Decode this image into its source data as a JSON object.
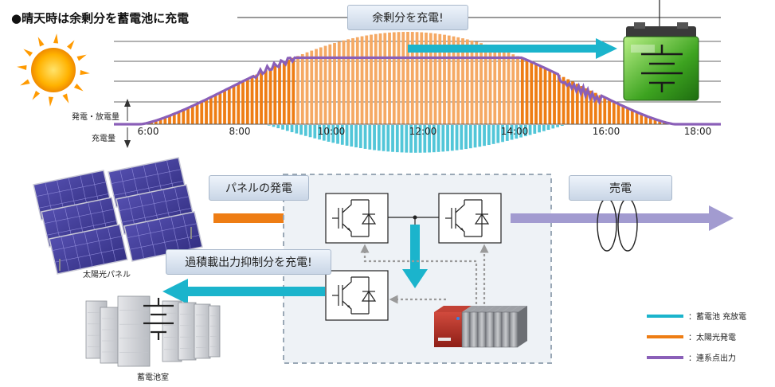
{
  "title": "●晴天時は余剰分を蓄電池に充電",
  "labels": {
    "surplus_charge": "余剰分を充電!",
    "panel_generation": "パネルの発電",
    "sell_power": "売電",
    "curtail_charge": "過積載出力抑制分を充電!",
    "solar_panel": "太陽光パネル",
    "battery_room": "蓄電池室",
    "y_up": "発電・放電量",
    "y_down": "充電量"
  },
  "legend": [
    {
      "label": "：蓄電池 充放電",
      "color": "#1bb4cc"
    },
    {
      "label": "：太陽光発電",
      "color": "#ee7d14"
    },
    {
      "label": "：連系点出力",
      "color": "#8a5fb8"
    }
  ],
  "colors": {
    "battery_charge": "#1bb4cc",
    "solar": "#ee7d14",
    "grid_output": "#8a5fb8",
    "tag_bg": "#dbe4ef"
  },
  "chart_data": {
    "type": "bar",
    "x_ticks": [
      "6:00",
      "8:00",
      "10:00",
      "12:00",
      "14:00",
      "16:00",
      "18:00"
    ],
    "series": [
      {
        "name": "太陽光発電",
        "kind": "bar-positive",
        "start_hour": 5.83,
        "end_hour": 17.5,
        "peak": 1.0
      },
      {
        "name": "蓄電池 充放電",
        "kind": "bar-negative",
        "start_hour": 8.6,
        "end_hour": 15.1,
        "peak": -0.25
      },
      {
        "name": "連系点出力",
        "kind": "line",
        "cap": 0.72
      }
    ],
    "grid": true
  }
}
